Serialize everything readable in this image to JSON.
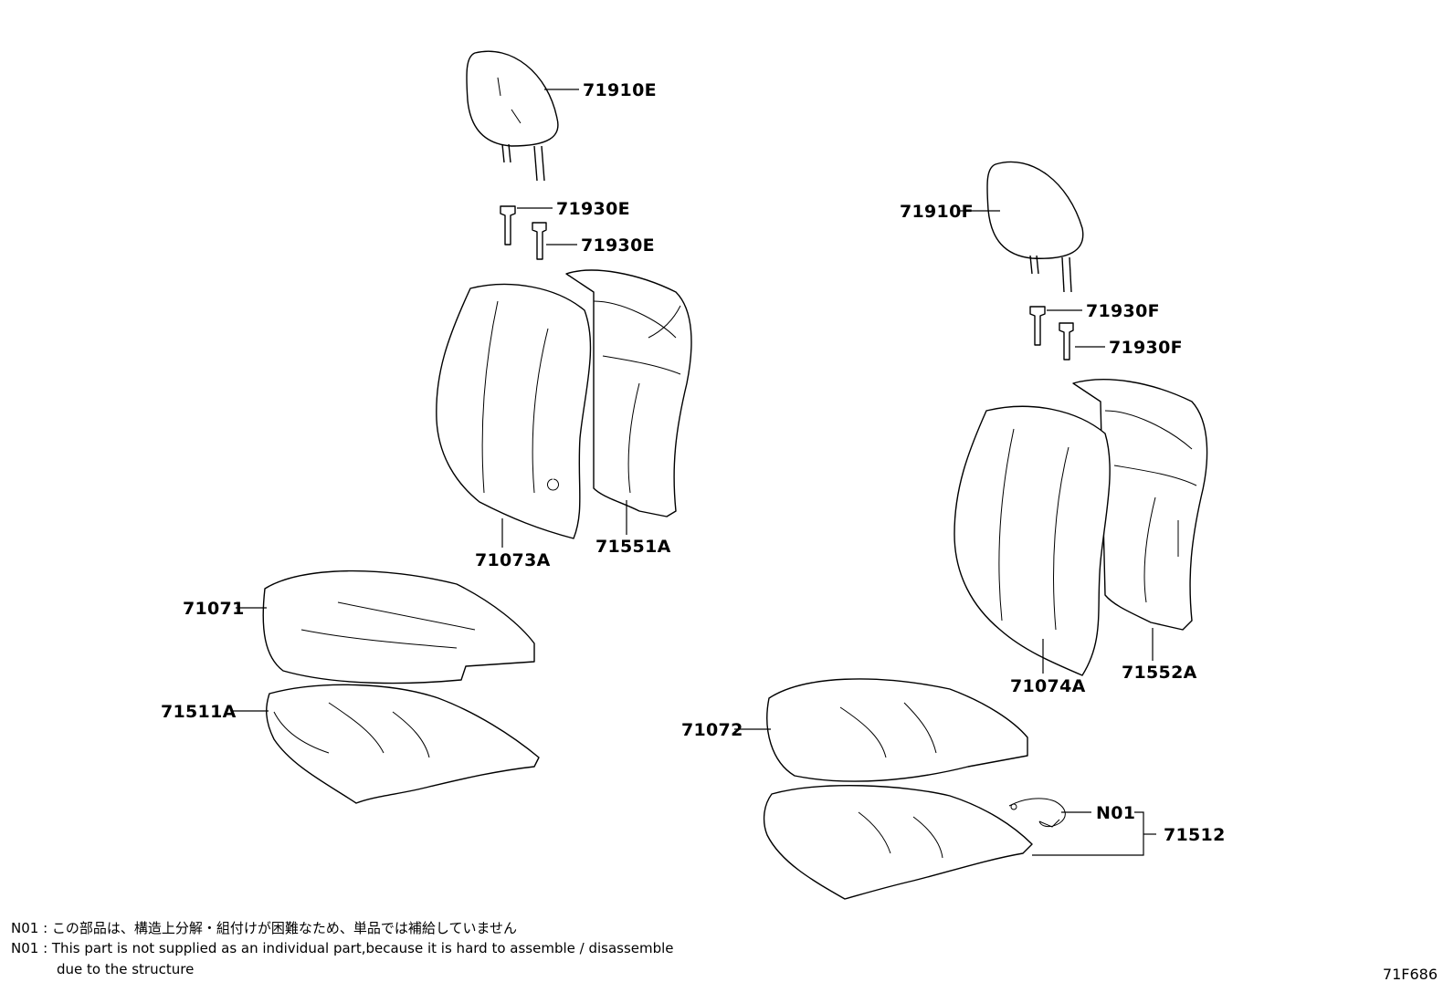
{
  "parts": {
    "headrest_left": "71910E",
    "support_left_a": "71930E",
    "support_left_b": "71930E",
    "headrest_right": "71910F",
    "support_right_a": "71930F",
    "support_right_b": "71930F",
    "back_cover_left": "71073A",
    "back_pad_left": "71551A",
    "back_cover_right": "71074A",
    "back_pad_right": "71552A",
    "cushion_cover_left": "71071",
    "cushion_pad_left": "71511A",
    "cushion_cover_right": "71072",
    "cushion_pad_right": "71512",
    "note_ref": "N01"
  },
  "notes": {
    "jp": "N01 : この部品は、構造上分解・組付けが困難なため、単品では補給していません",
    "en_line1": "N01 : This part is not supplied as an individual part,because it is hard to assemble / disassemble",
    "en_line2": "due to the structure"
  },
  "figure_id": "71F686"
}
